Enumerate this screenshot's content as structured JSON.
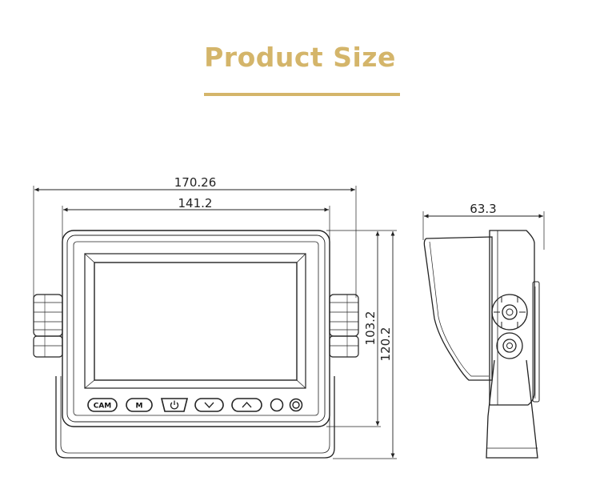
{
  "header": {
    "title": "Product Size"
  },
  "colors": {
    "accent": "#d4b56a",
    "line": "#222222"
  },
  "front_view": {
    "dims": {
      "overall_width": "170.26",
      "housing_width": "141.2",
      "housing_height": "103.2",
      "overall_height": "120.2"
    },
    "buttons": {
      "cam": "CAM",
      "menu": "M",
      "power_icon": "power-icon",
      "down_icon": "chevron-down-icon",
      "up_icon": "chevron-up-icon"
    }
  },
  "side_view": {
    "dims": {
      "depth": "63.3"
    }
  }
}
